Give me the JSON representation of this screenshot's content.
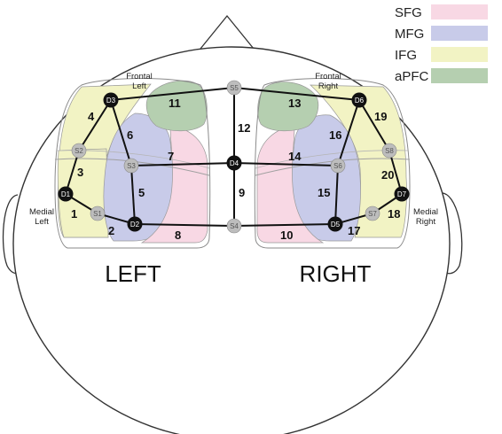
{
  "legend": [
    {
      "label": "SFG",
      "color": "#f8d8e4"
    },
    {
      "label": "MFG",
      "color": "#c8cbe9"
    },
    {
      "label": "IFG",
      "color": "#f2f3c4"
    },
    {
      "label": "aPFC",
      "color": "#b5cfb0"
    }
  ],
  "hemispheres": {
    "left": "LEFT",
    "right": "RIGHT"
  },
  "region_labels": {
    "frontal_left_1": "Frontal",
    "frontal_left_2": "Left",
    "frontal_right_1": "Frontal",
    "frontal_right_2": "Right",
    "medial_left_1": "Medial",
    "medial_left_2": "Left",
    "medial_right_1": "Medial",
    "medial_right_2": "Right"
  },
  "detectors": [
    "D1",
    "D2",
    "D3",
    "D4",
    "D5",
    "D6",
    "D7"
  ],
  "sources": [
    "S1",
    "S2",
    "S3",
    "S4",
    "S5",
    "S6",
    "S7",
    "S8"
  ],
  "channels": [
    "1",
    "2",
    "3",
    "4",
    "5",
    "6",
    "7",
    "8",
    "9",
    "10",
    "11",
    "12",
    "13",
    "14",
    "15",
    "16",
    "17",
    "18",
    "19",
    "20"
  ],
  "colors": {
    "detector_fill": "#111111",
    "source_fill": "#bdbdbd",
    "line": "#111111",
    "head_outline": "#333333"
  }
}
